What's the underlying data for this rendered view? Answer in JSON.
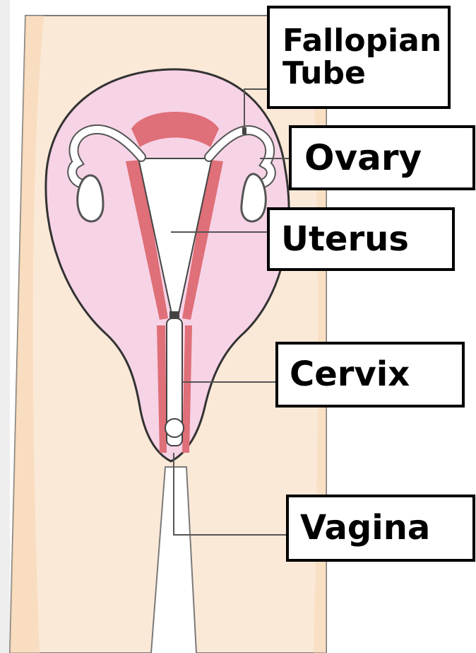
{
  "labels": {
    "fallopian_tube": "Fallopian\nTube",
    "ovary": "Ovary",
    "uterus": "Uterus",
    "cervix": "Cervix",
    "vagina": "Vagina"
  },
  "colors": {
    "skin": "#fbe9d7",
    "skin_shadow": "#f6d3ad",
    "pelvis_fill": "#f7d3e6",
    "pelvis_outline": "#3a3a3a",
    "muscle": "#df6f78",
    "organ_white": "#ffffff",
    "leader_line": "#555555",
    "label_border": "#000000"
  }
}
